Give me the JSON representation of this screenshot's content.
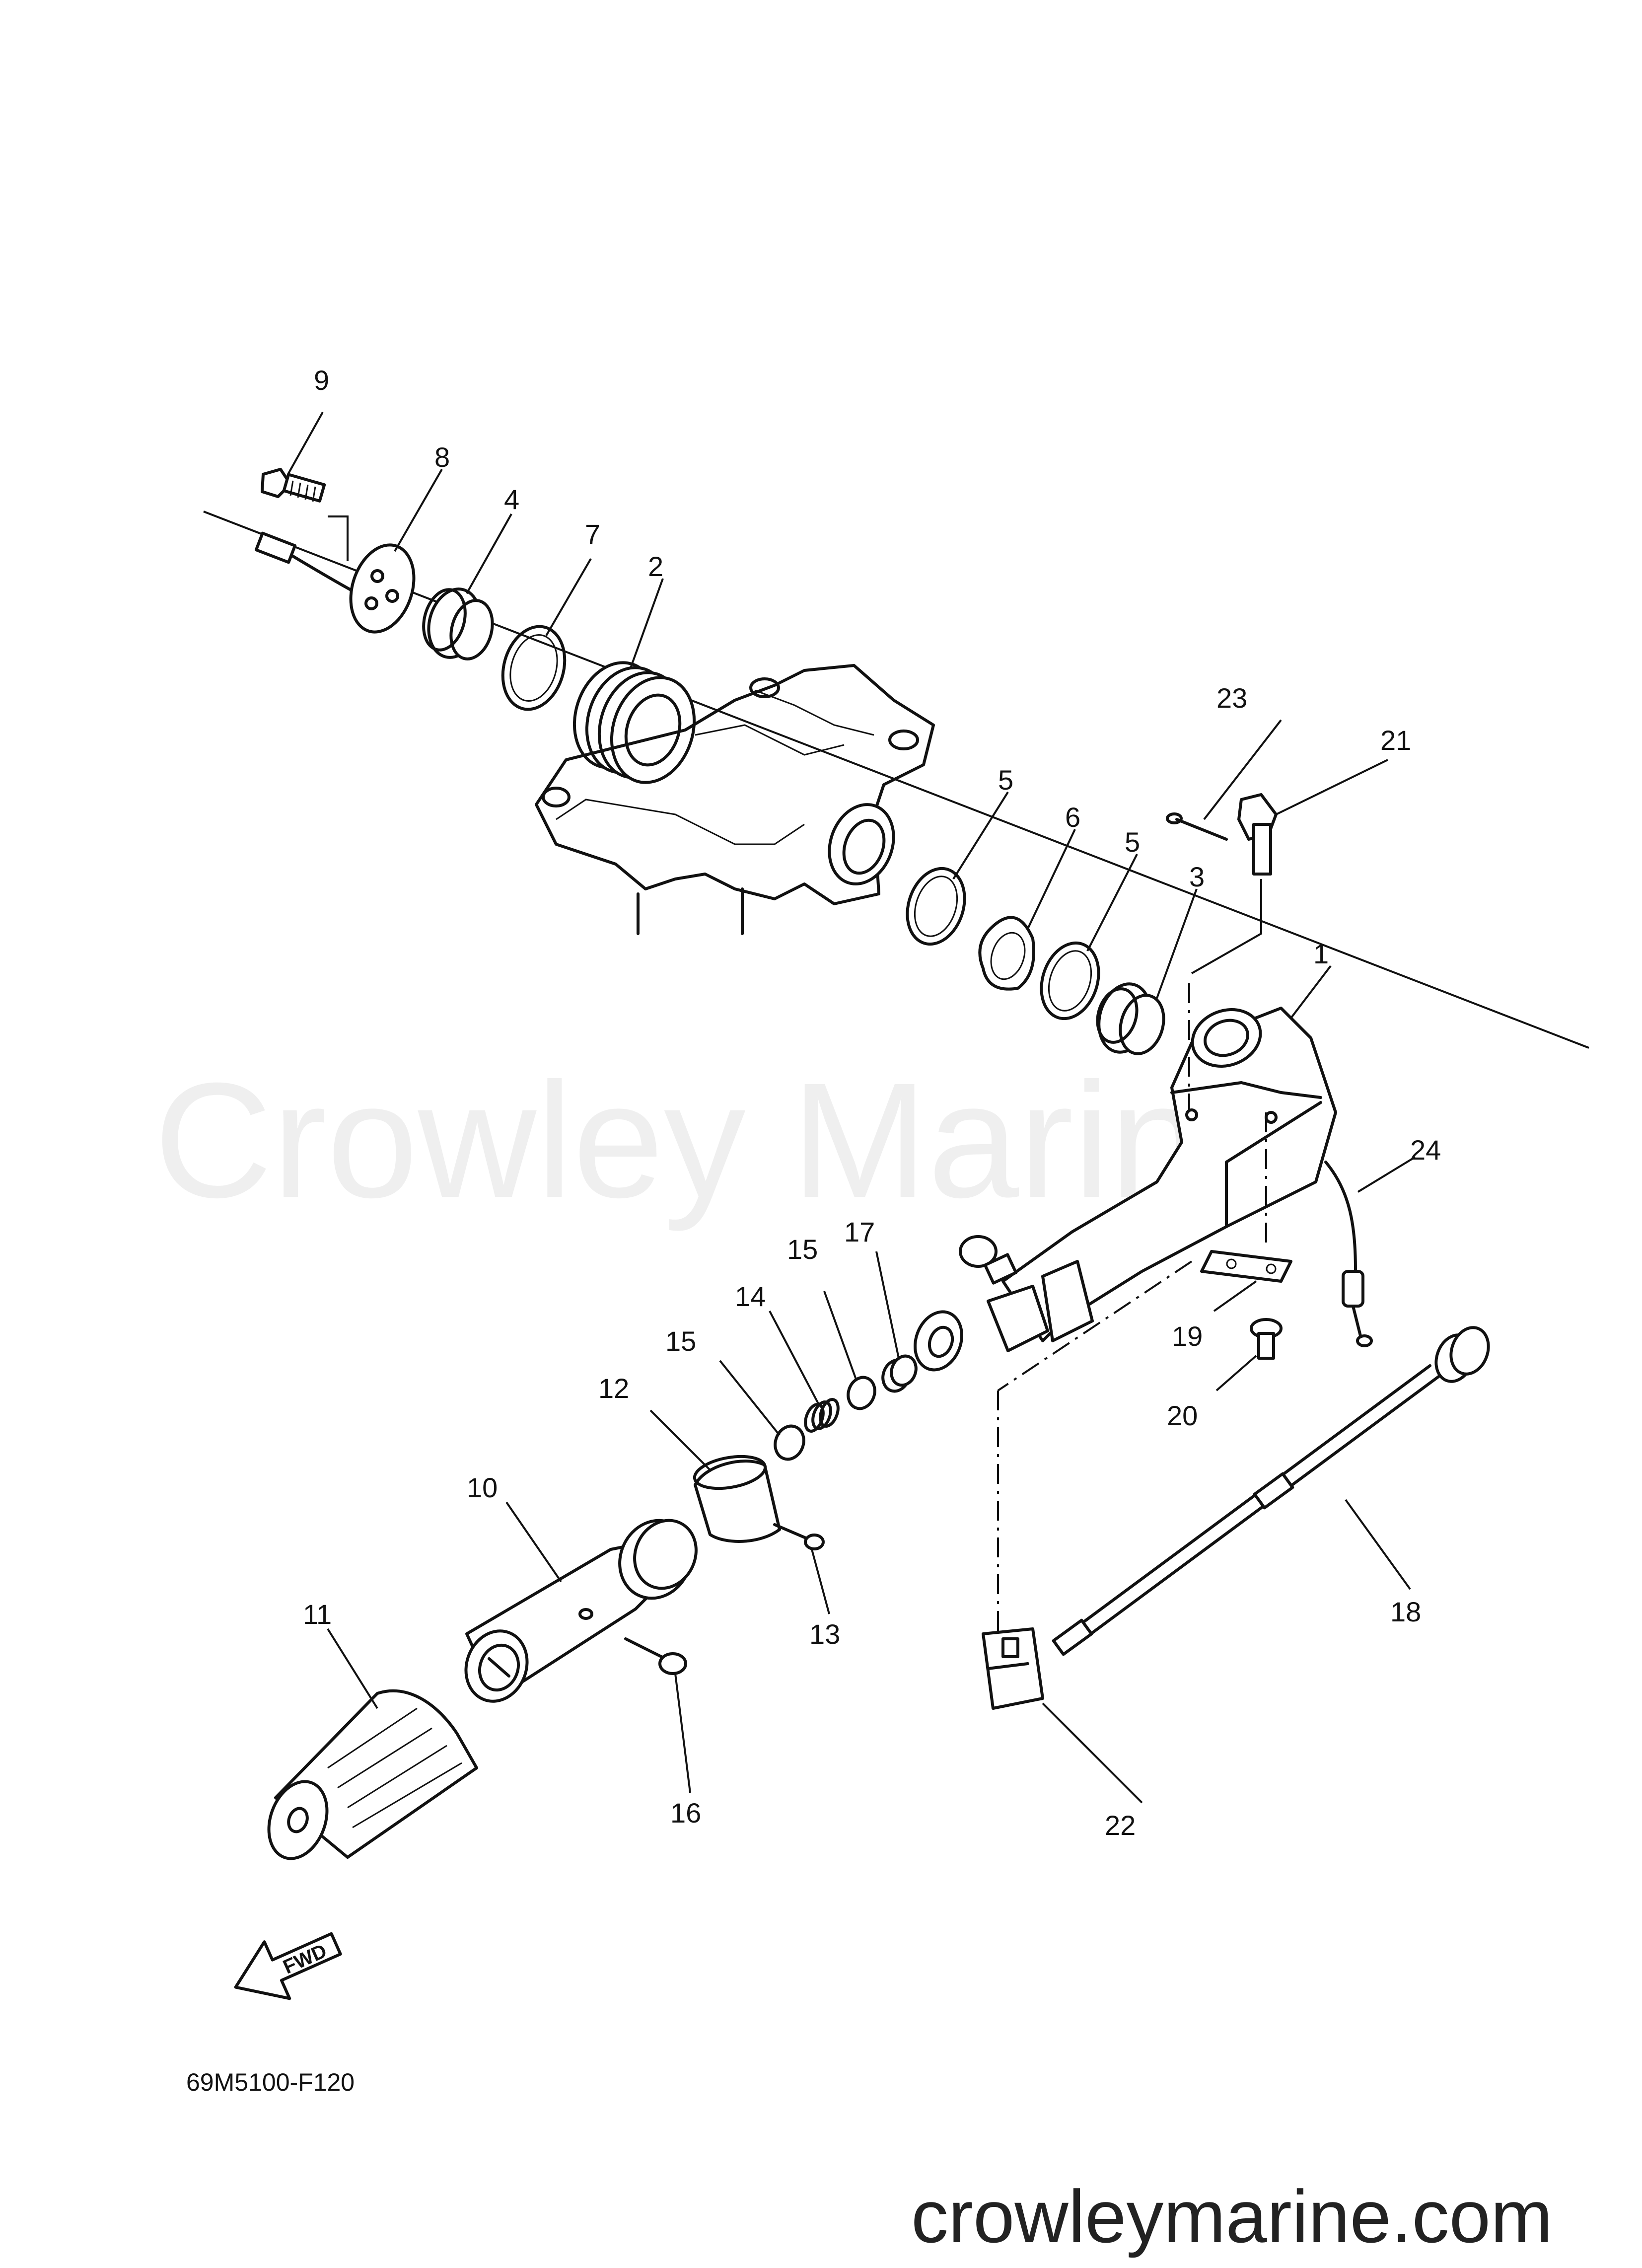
{
  "watermark": "Crowley Marine",
  "diagram_code": "69M5100-F120",
  "website": "crowleymarine.com",
  "fwd_label": "FWD",
  "callouts": [
    {
      "id": "1",
      "label": "1"
    },
    {
      "id": "2",
      "label": "2"
    },
    {
      "id": "3",
      "label": "3"
    },
    {
      "id": "4",
      "label": "4"
    },
    {
      "id": "5a",
      "label": "5"
    },
    {
      "id": "5b",
      "label": "5"
    },
    {
      "id": "6",
      "label": "6"
    },
    {
      "id": "7",
      "label": "7"
    },
    {
      "id": "8",
      "label": "8"
    },
    {
      "id": "9",
      "label": "9"
    },
    {
      "id": "10",
      "label": "10"
    },
    {
      "id": "11",
      "label": "11"
    },
    {
      "id": "12",
      "label": "12"
    },
    {
      "id": "13",
      "label": "13"
    },
    {
      "id": "14",
      "label": "14"
    },
    {
      "id": "15a",
      "label": "15"
    },
    {
      "id": "15b",
      "label": "15"
    },
    {
      "id": "16",
      "label": "16"
    },
    {
      "id": "17",
      "label": "17"
    },
    {
      "id": "18",
      "label": "18"
    },
    {
      "id": "19",
      "label": "19"
    },
    {
      "id": "20",
      "label": "20"
    },
    {
      "id": "21",
      "label": "21"
    },
    {
      "id": "22",
      "label": "22"
    },
    {
      "id": "23",
      "label": "23"
    },
    {
      "id": "24",
      "label": "24"
    }
  ]
}
